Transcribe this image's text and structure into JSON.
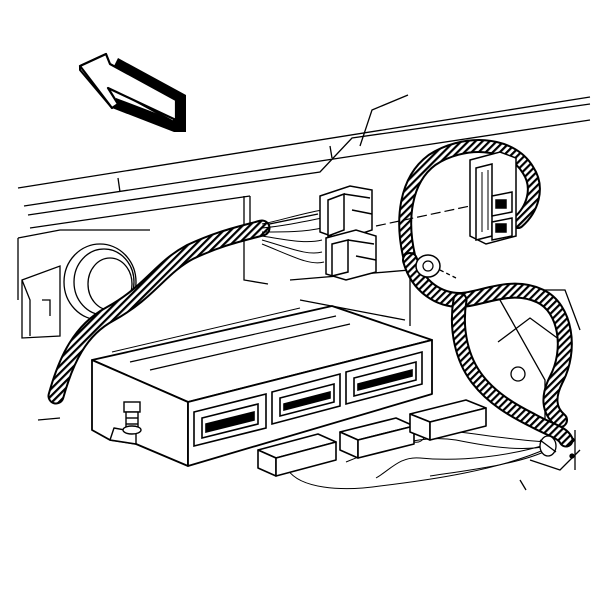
{
  "figure": {
    "subject": "engine-control-module-wiring-installation",
    "background_color": "#ffffff",
    "line_color": "#000000",
    "direction_arrow": {
      "icon": "front-of-vehicle-arrow-icon",
      "points_toward": "upper-left"
    },
    "components": [
      "dash-panel",
      "wiring-harness",
      "harness-connector-pair",
      "harness-mounting-bracket",
      "harness-clip",
      "control-module",
      "module-connector-socket-1",
      "module-connector-socket-2",
      "module-connector-socket-3",
      "harness-plug-1",
      "harness-plug-2",
      "harness-plug-3",
      "ground-stud"
    ]
  }
}
